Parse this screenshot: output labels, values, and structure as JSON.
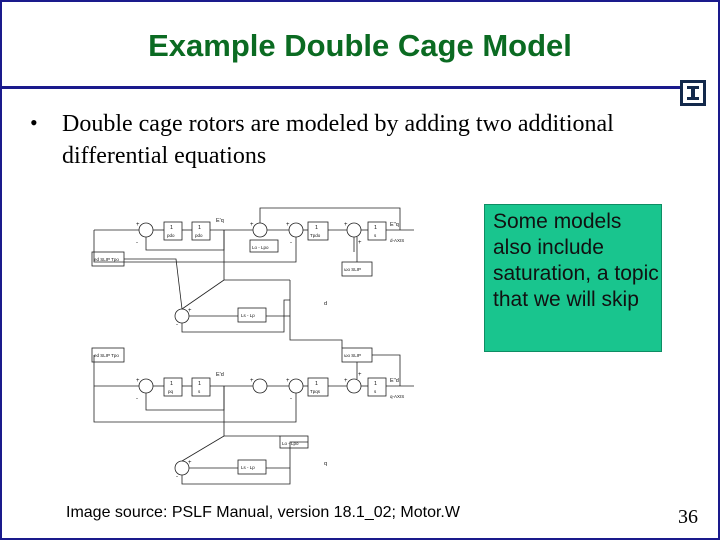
{
  "slide": {
    "title": "Example Double Cage Model",
    "bullet": "Double cage rotors are modeled by adding two additional differential equations",
    "callout": "Some models also include saturation, a topic that we will skip",
    "source": "Image source: PSLF Manual, version 18.1_02; Motor.W",
    "page_number": "36"
  },
  "logo": {
    "icon": "block-i-icon",
    "color": "#13294b",
    "accent": "#e84a27"
  },
  "colors": {
    "title": "#0b6b22",
    "rule": "#1a1a8c",
    "callout_bg": "#19c58e"
  },
  "diagram": {
    "top": {
      "tf1_num": "1",
      "tf1_den": "pdo",
      "tf2_num": "1",
      "tf2_den": "pdo",
      "e_label": "E'q",
      "tf3_num": "1",
      "tf3_den": "Tpdo",
      "tf4_num": "1",
      "tf4_den": "s",
      "output": "E''q",
      "axis": "d-AXIS",
      "slip_in": "ed SLIP Tpo",
      "omega_slip": "ωo SLIP",
      "gain1": "Lo - Lpo",
      "gain2": "Ls - Lp",
      "d": "d"
    },
    "bottom": {
      "slip_in": "ed SLIP Tpo",
      "omega_slip": "ωo SLIP",
      "e_label": "E'd",
      "tf1_num": "1",
      "tf1_den": "pq",
      "tf2_num": "1",
      "tf2_den": "s",
      "tf3_num": "1",
      "tf3_den": "Tpqs",
      "tf4_num": "1",
      "tf4_den": "s",
      "output": "E''d",
      "axis": "q-AXIS",
      "gain1": "Lo - Lpo",
      "gain2": "Ls - Lp",
      "q": "q"
    }
  }
}
